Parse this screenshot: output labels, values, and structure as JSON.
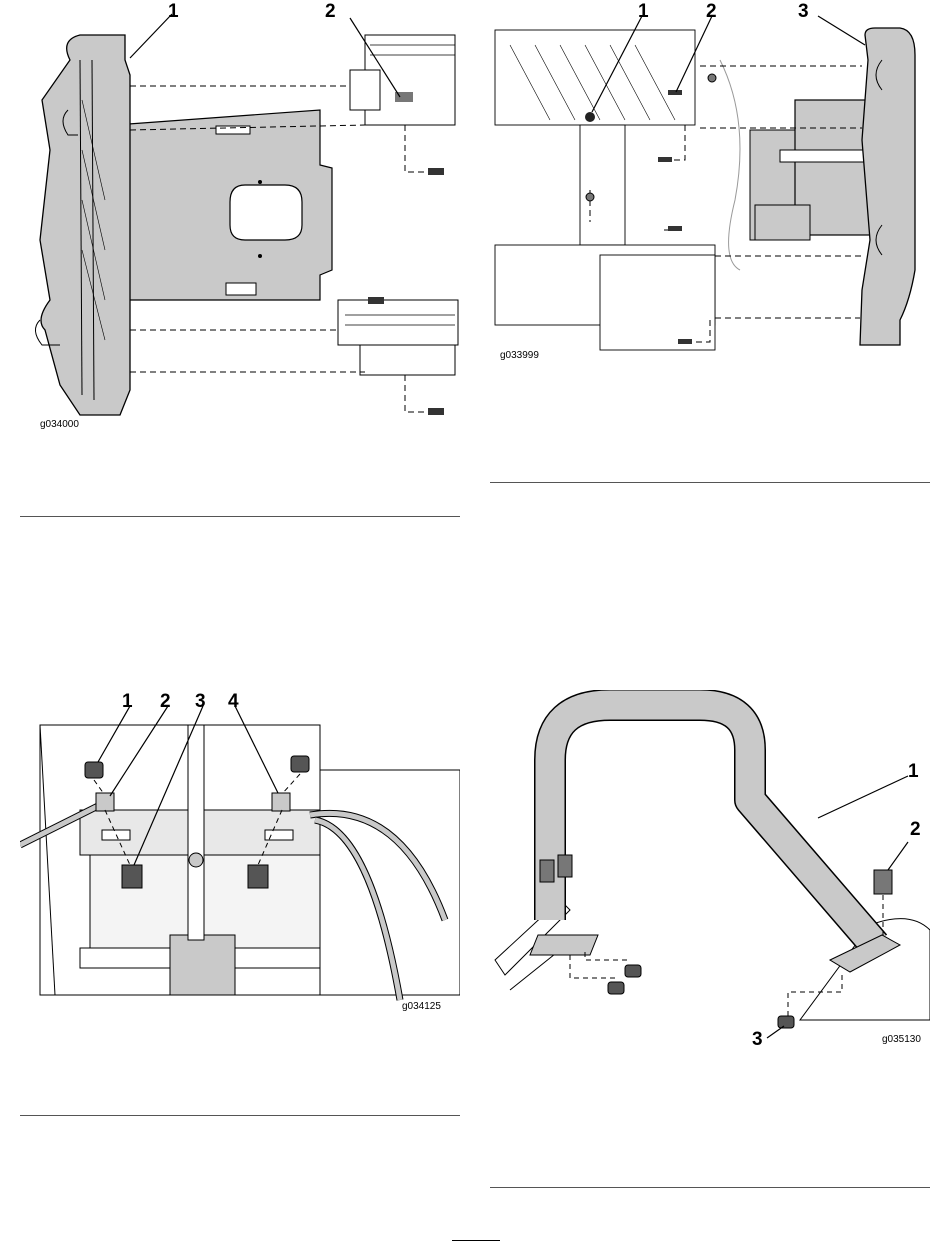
{
  "figures": [
    {
      "id": "fig1",
      "code": "g034000",
      "callouts": [
        "1",
        "2"
      ]
    },
    {
      "id": "fig2",
      "code": "g033999",
      "callouts": [
        "1",
        "2",
        "3"
      ]
    },
    {
      "id": "fig3",
      "code": "g034125",
      "callouts": [
        "1",
        "2",
        "3",
        "4"
      ]
    },
    {
      "id": "fig4",
      "code": "g035130",
      "callouts": [
        "1",
        "2",
        "3"
      ]
    }
  ],
  "colors": {
    "part_fill": "#c9c9c9",
    "dark_fill": "#9a9a9a",
    "line": "#000000"
  }
}
